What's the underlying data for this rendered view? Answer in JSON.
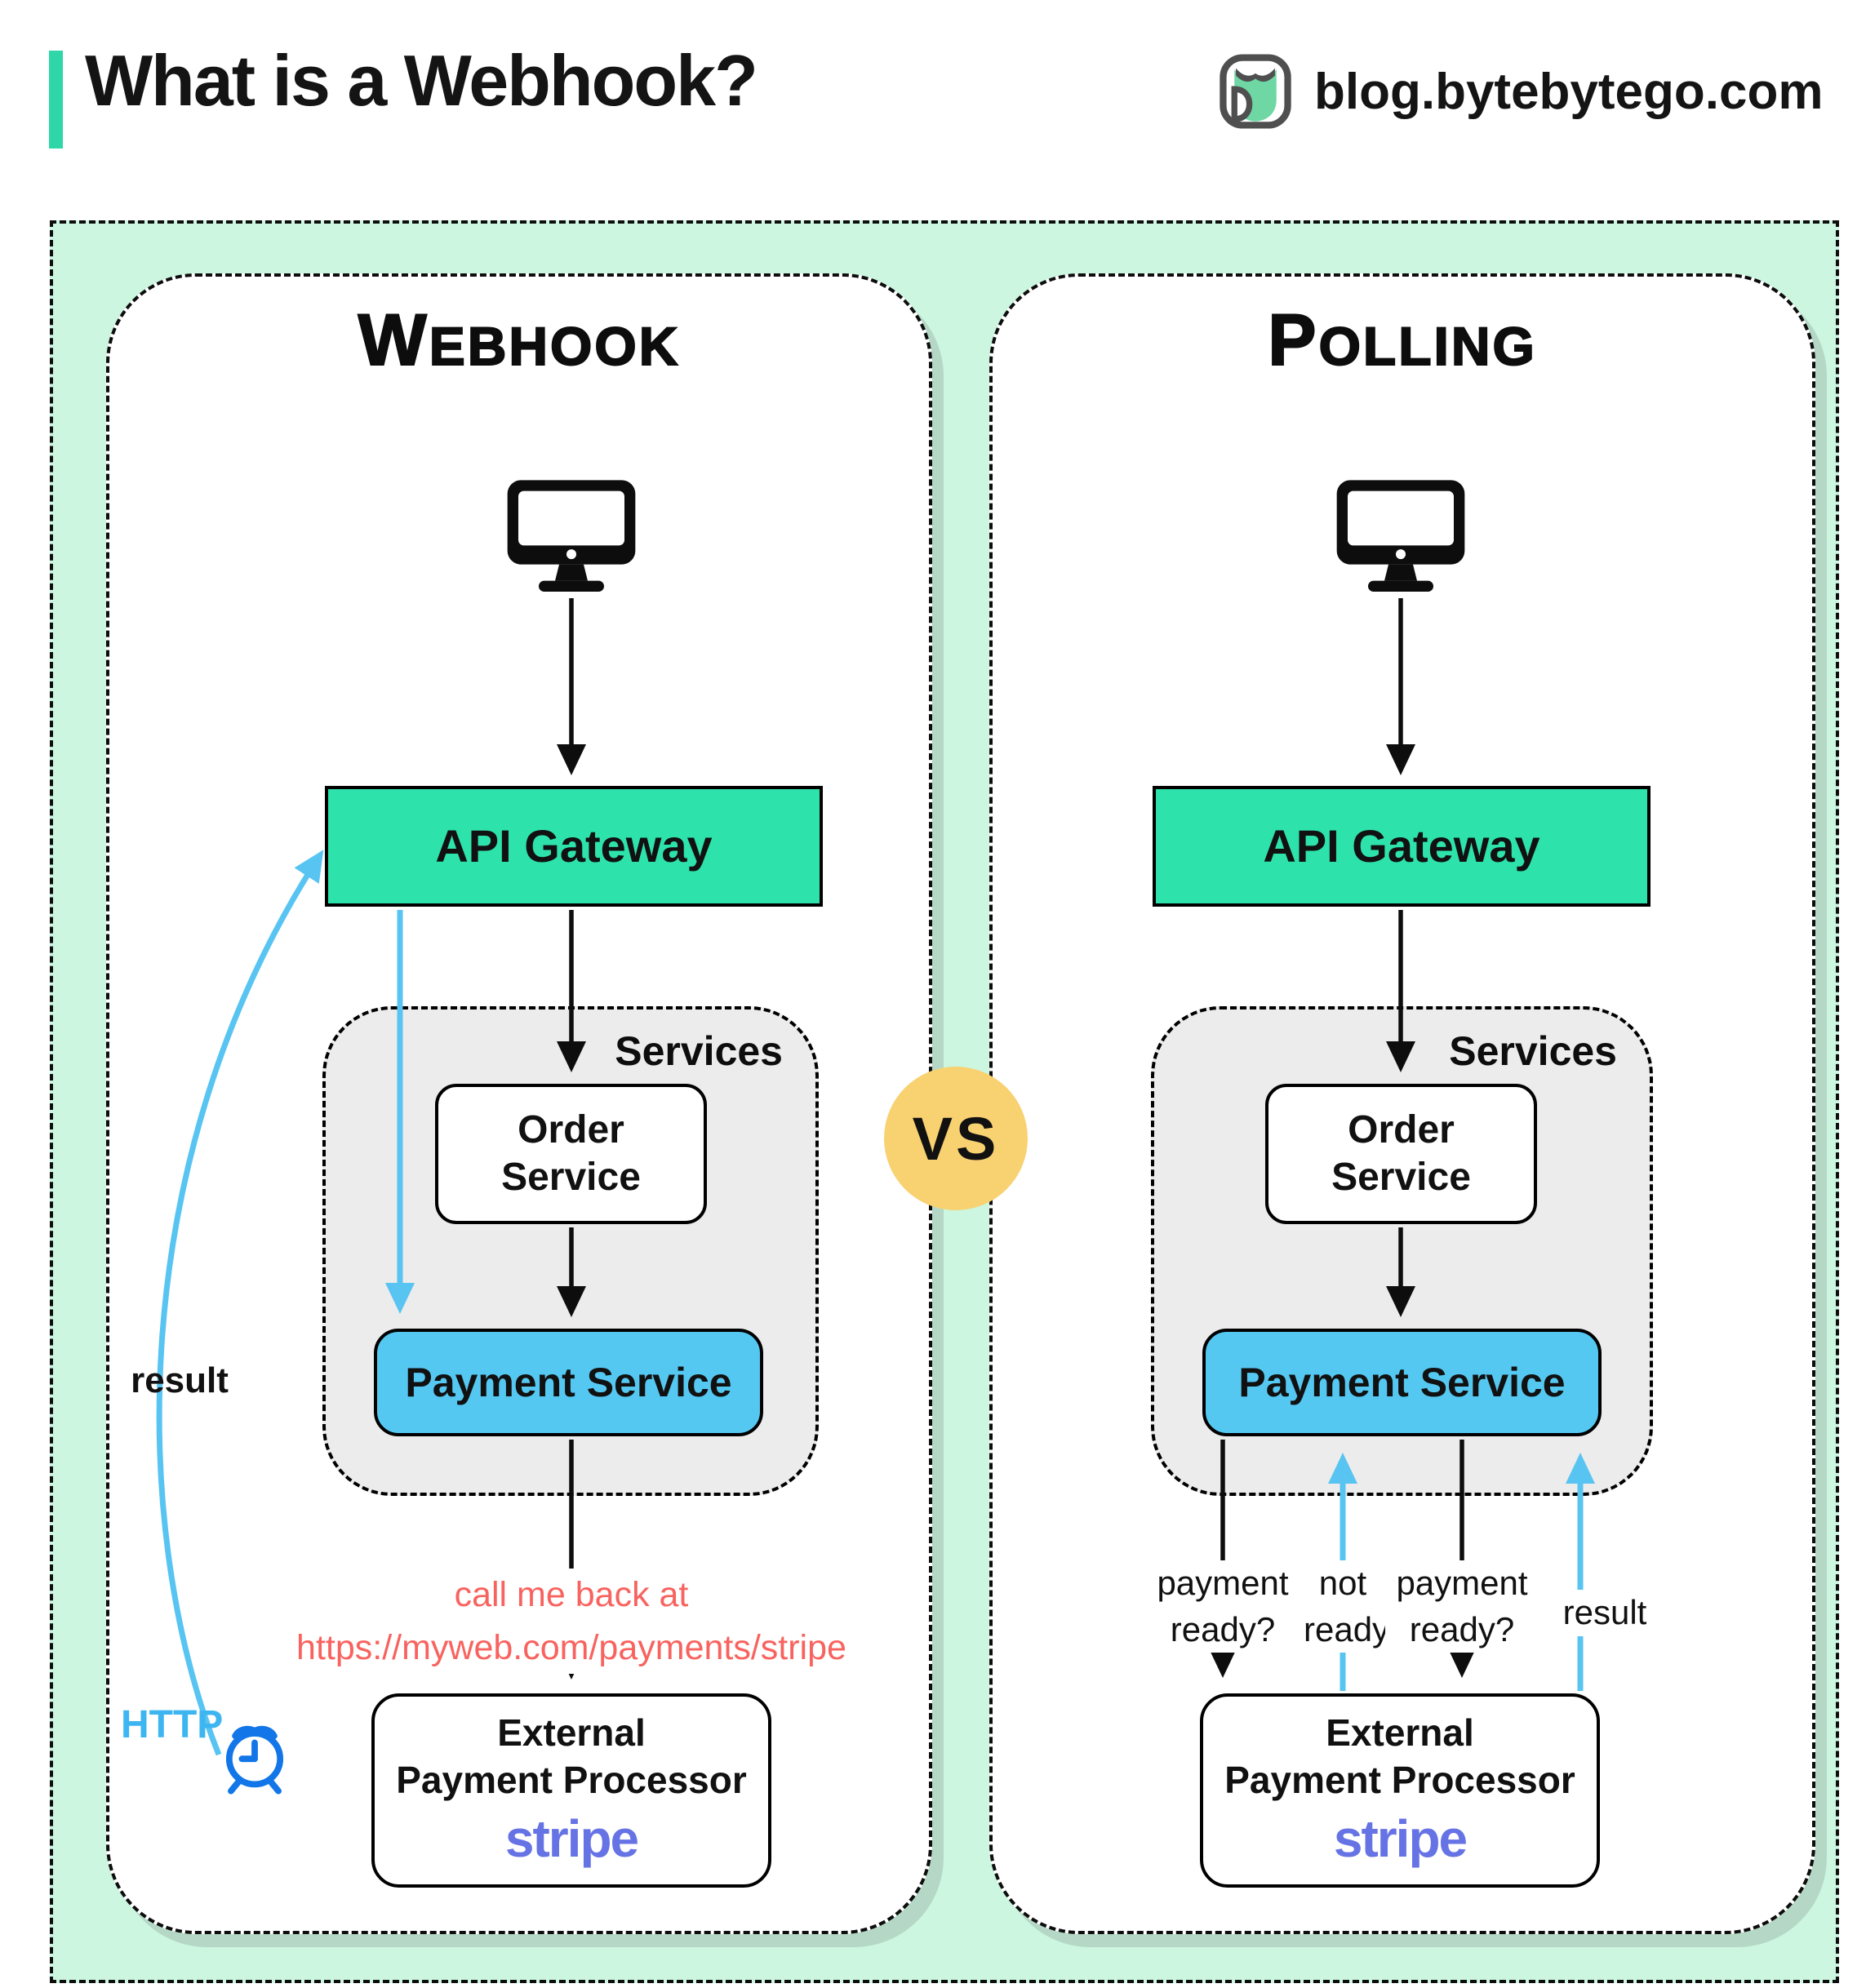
{
  "header": {
    "title": "What is a Webhook?",
    "site": "blog.bytebytego.com"
  },
  "comparison": {
    "vs": "VS"
  },
  "webhook": {
    "title": "Webhook",
    "client_icon": "desktop-computer",
    "api_gateway": "API Gateway",
    "services": "Services",
    "order_service": "Order Service",
    "payment_service": "Payment Service",
    "external_line1": "External",
    "external_line2": "Payment Processor",
    "brand": "stripe",
    "callback_line1": "call me back at",
    "callback_line2": "https://myweb.com/payments/stripe",
    "result": "result",
    "http": "HTTP"
  },
  "polling": {
    "title": "Polling",
    "client_icon": "desktop-computer",
    "api_gateway": "API Gateway",
    "services": "Services",
    "order_service": "Order Service",
    "payment_service": "Payment Service",
    "external_line1": "External",
    "external_line2": "Payment Processor",
    "brand": "stripe",
    "ask1": "payment ready?",
    "not_ready": "not ready",
    "ask2": "payment ready?",
    "result": "result"
  },
  "colors": {
    "accent_teal": "#2fd7a8",
    "gateway_green": "#2de3ab",
    "payment_blue": "#55c8f2",
    "arrow_blue": "#58c4f2",
    "clock_blue": "#1276e8",
    "callback_red": "#f8635f",
    "stripe_purple": "#6673e5",
    "vs_yellow": "#f8d170",
    "mint_background": "#ccf6e0",
    "services_gray": "#ececec"
  }
}
